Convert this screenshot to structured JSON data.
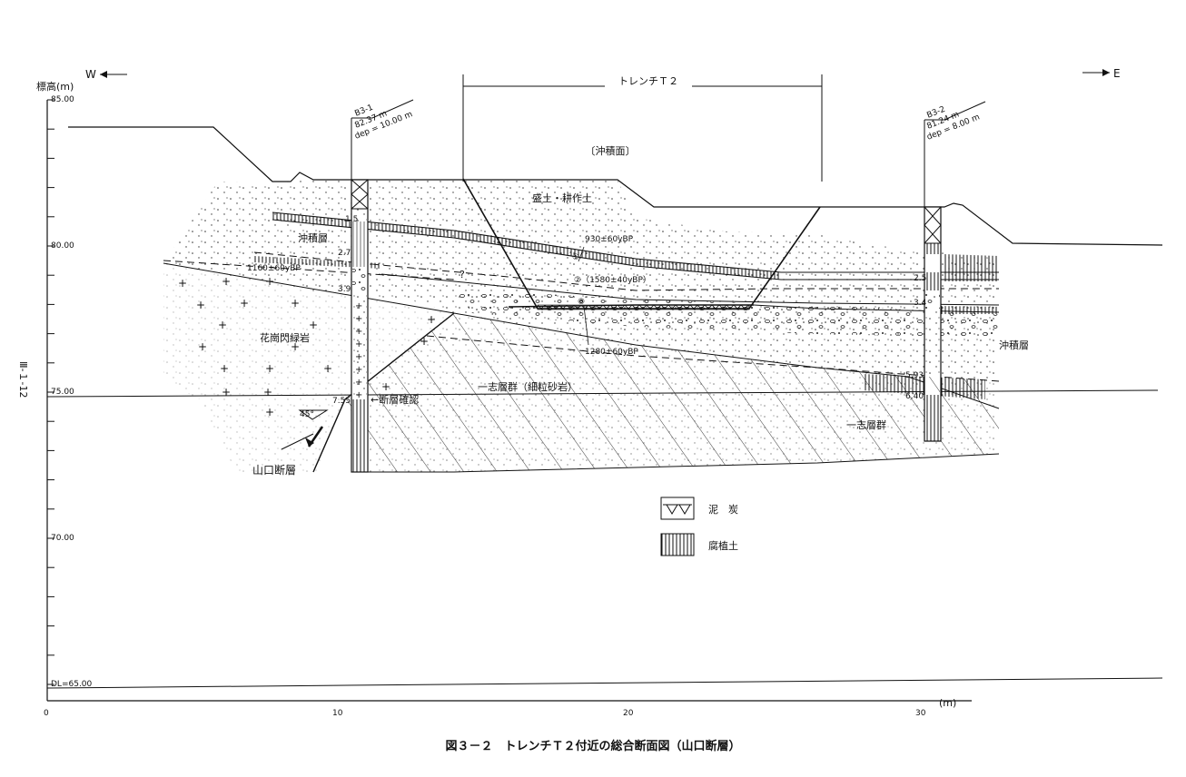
{
  "axis": {
    "y_title": "標高(m)",
    "y_ticks": [
      "85.00",
      "80.00",
      "75.00",
      "70.00",
      "DL=65.00"
    ],
    "x_ticks": [
      "0",
      "10",
      "20",
      "30"
    ],
    "x_unit": "(m)"
  },
  "directions": {
    "west": "W",
    "east": "E"
  },
  "trench": {
    "label": "トレンチＴ２",
    "surface": "〔沖積面〕"
  },
  "boreholes": [
    {
      "name": "B3-1",
      "elev": "82.37 m",
      "depth": "dep = 10.00 m",
      "marks": [
        "1.5",
        "2.7",
        "3.9",
        "7.55"
      ]
    },
    {
      "name": "B3-2",
      "elev": "81.24 m",
      "depth": "dep = 8.00 m",
      "marks": [
        "2.5",
        "3.4",
        "5.93",
        "6.40"
      ]
    }
  ],
  "labels": {
    "fill": "盛土・耕作土",
    "alluvium_w": "沖積層",
    "alluvium_e": "沖積層",
    "granite": "花崗閃緑岩",
    "shishi_fine": "一志層群（細粒砂岩）",
    "shishi": "一志層群",
    "fault": "山口断層",
    "fault_confirm": "←断層確認",
    "angle": "45°",
    "question": "?"
  },
  "dates": [
    "930±60yBP",
    "①",
    "②（1580±40yBP）",
    "③",
    "1280±60yBP",
    "1160±60yBP"
  ],
  "legend": [
    {
      "name": "泥　炭"
    },
    {
      "name": "腐植土"
    }
  ],
  "side_label": "Ⅲ-１-12",
  "caption": "図３－２　トレンチＴ２付近の総合断面図（山口断層）"
}
